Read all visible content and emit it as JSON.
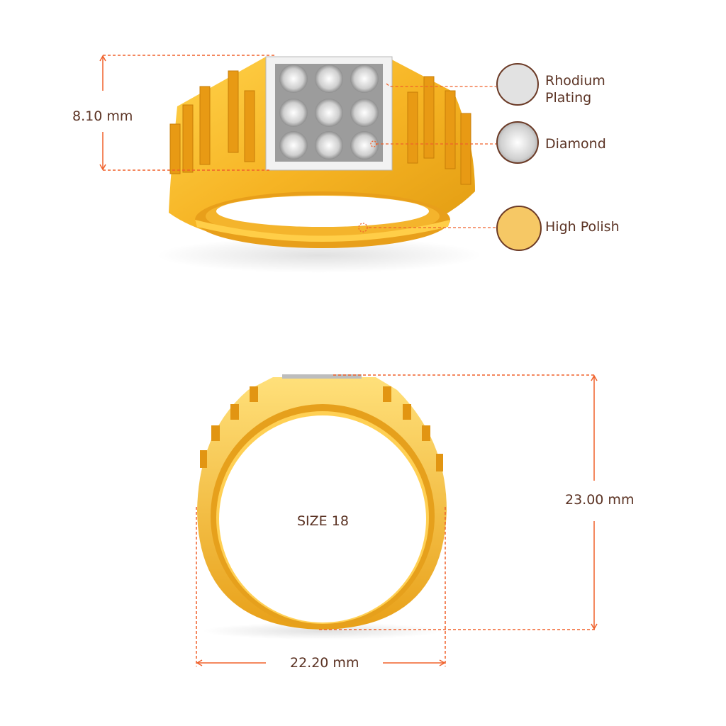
{
  "dimensions": {
    "height_top": "8.10 mm",
    "height_front": "23.00 mm",
    "width_front": "22.20 mm",
    "size": "SIZE 18"
  },
  "materials": [
    {
      "label_line1": "Rhodium",
      "label_line2": "Plating",
      "color": "#e2e2e2"
    },
    {
      "label_line1": "Diamond",
      "label_line2": "",
      "color": "#d8d8d8"
    },
    {
      "label_line1": "High Polish",
      "label_line2": "",
      "color": "#f6c865"
    }
  ],
  "colors": {
    "dimension_line": "#f0602a",
    "text": "#5b3324",
    "gold": "#f5b52a",
    "gold_light": "#ffd85a",
    "gold_dark": "#d98e10"
  }
}
